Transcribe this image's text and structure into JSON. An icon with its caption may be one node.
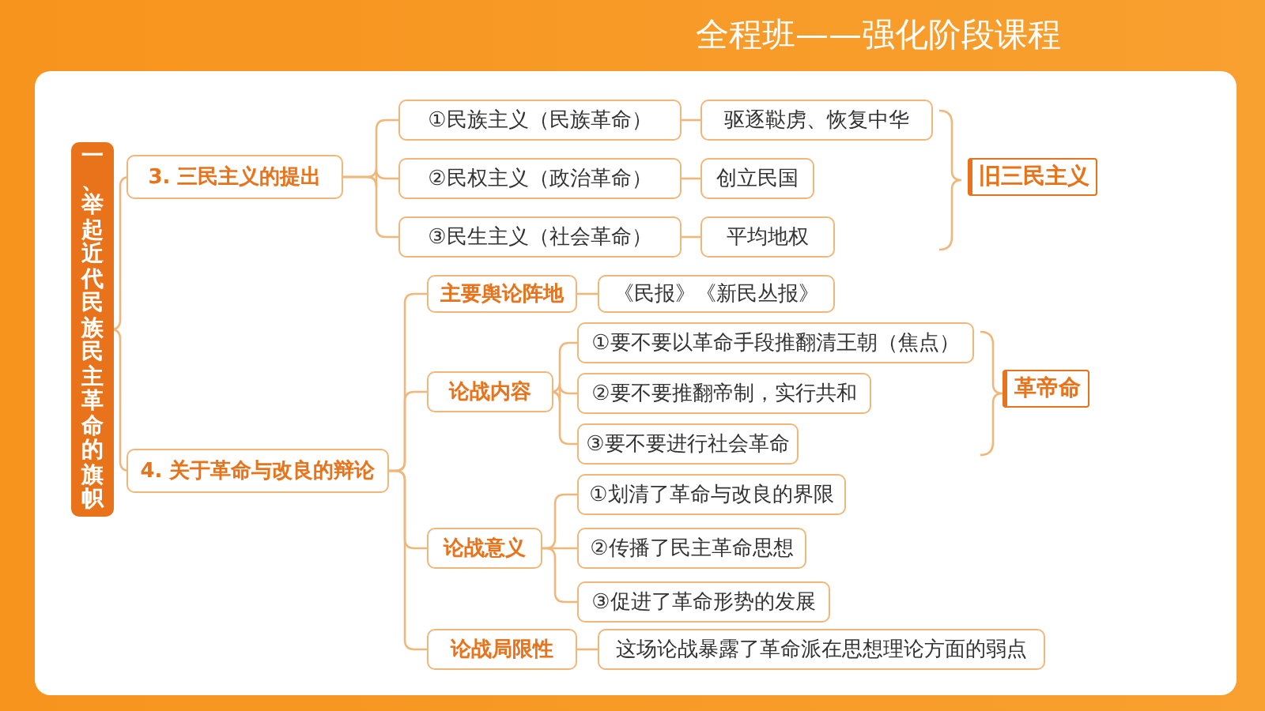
{
  "diagram": {
    "title": "全程班——强化阶段课程",
    "nodes": [
      {
        "text": [
          "一、举起近代民族民主革命的旗帜"
        ]
      },
      {
        "text": [
          "3. 三民主义的提出"
        ]
      },
      {
        "text": [
          "①民族主义（民族革命）"
        ]
      },
      {
        "text": [
          "驱逐鞑虏、恢复中华"
        ]
      },
      {
        "text": [
          "②民权主义（政治革命）"
        ]
      },
      {
        "text": [
          "创立民国"
        ]
      },
      {
        "text": [
          "③民生主义（社会革命）"
        ]
      },
      {
        "text": [
          "平均地权"
        ]
      },
      {
        "text": [
          "旧三民主义"
        ]
      },
      {
        "text": [
          "4. 关于革命与改良的辩论"
        ]
      },
      {
        "text": [
          "主要舆论阵地"
        ]
      },
      {
        "text": [
          "《民报》《新民丛报》"
        ]
      },
      {
        "text": [
          "论战内容"
        ]
      },
      {
        "text": [
          "①要不要以革命手段推翻清王朝（焦点）"
        ]
      },
      {
        "text": [
          "②要不要推翻帝制，实行共和"
        ]
      },
      {
        "text": [
          "③要不要进行社会革命"
        ]
      },
      {
        "text": [
          "革帝命"
        ]
      },
      {
        "text": [
          "论战意义"
        ]
      },
      {
        "text": [
          "①划清了革命与改良的界限"
        ]
      },
      {
        "text": [
          "②传播了民主革命思想"
        ]
      },
      {
        "text": [
          "③促进了革命形势的发展"
        ]
      },
      {
        "text": [
          "论战局限性"
        ]
      },
      {
        "text": [
          "这场论战暴露了革命派在思想理论方面的弱点"
        ]
      }
    ],
    "edges": [
      {
        "from": 0,
        "to": 1,
        "arrow": "none"
      },
      {
        "from": 1,
        "to": 2,
        "arrow": "none"
      },
      {
        "from": 1,
        "to": 4,
        "arrow": "none"
      },
      {
        "from": 1,
        "to": 6,
        "arrow": "none"
      },
      {
        "from": 2,
        "to": 3,
        "arrow": "none"
      },
      {
        "from": 4,
        "to": 5,
        "arrow": "none"
      },
      {
        "from": 6,
        "to": 7,
        "arrow": "none"
      },
      {
        "from": 0,
        "to": 9,
        "arrow": "none"
      },
      {
        "from": 9,
        "to": 10,
        "arrow": "none"
      },
      {
        "from": 9,
        "to": 12,
        "arrow": "none"
      },
      {
        "from": 9,
        "to": 17,
        "arrow": "none"
      },
      {
        "from": 9,
        "to": 21,
        "arrow": "none"
      },
      {
        "from": 10,
        "to": 11,
        "arrow": "none"
      },
      {
        "from": 12,
        "to": 13,
        "arrow": "none"
      },
      {
        "from": 12,
        "to": 14,
        "arrow": "none"
      },
      {
        "from": 12,
        "to": 15,
        "arrow": "none"
      },
      {
        "from": 17,
        "to": 18,
        "arrow": "none"
      },
      {
        "from": 17,
        "to": 19,
        "arrow": "none"
      },
      {
        "from": 17,
        "to": 20,
        "arrow": "none"
      },
      {
        "from": 21,
        "to": 22,
        "arrow": "none"
      }
    ]
  }
}
